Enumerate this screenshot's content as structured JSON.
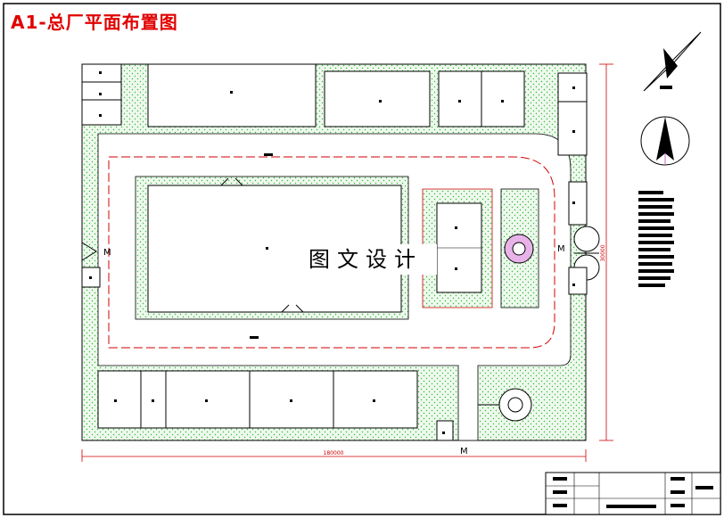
{
  "drawing": {
    "title": "A1-总厂平面布置图",
    "watermark": "图文设计",
    "width_dimension": "180000",
    "height_dimension": "30000",
    "gate_labels": [
      "M",
      "M",
      "M"
    ]
  },
  "colors": {
    "title": "#e00000",
    "road_line": "#d00000",
    "greenery_hatch": "#55cc55",
    "greenery_fill": "#e6f7e6",
    "outline": "#000000",
    "fountain": "#cc66cc"
  }
}
